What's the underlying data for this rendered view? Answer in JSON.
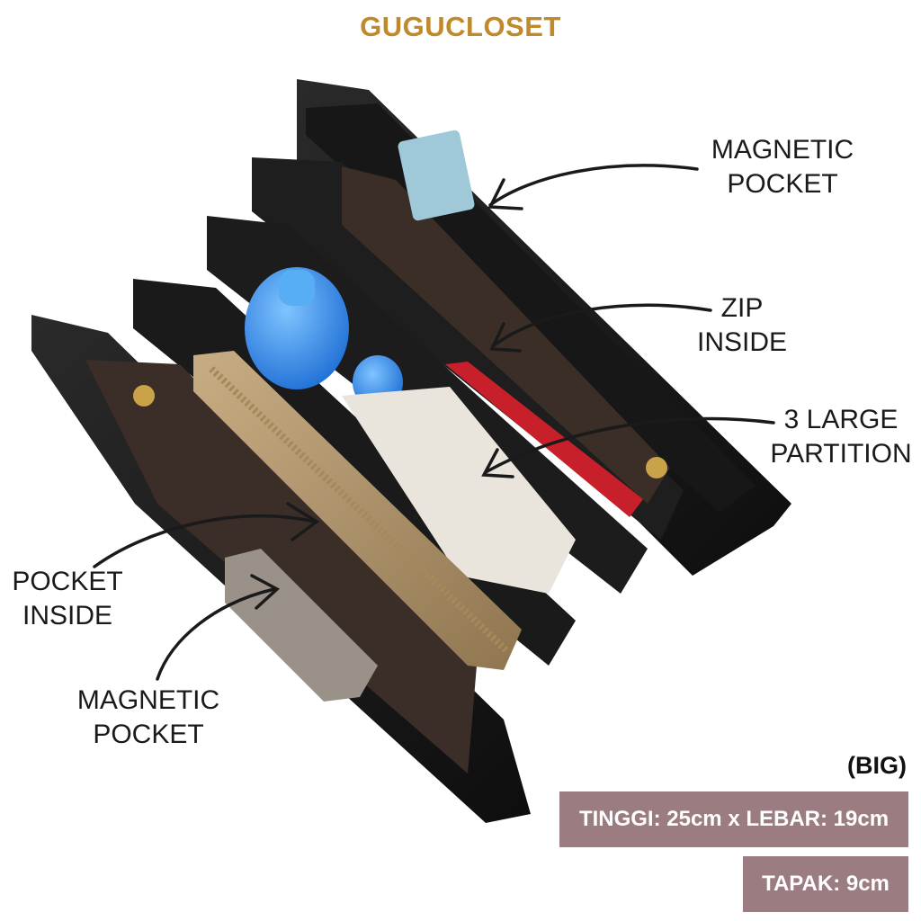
{
  "brand": {
    "name": "GUGUCLOSET",
    "color": "#c0892b"
  },
  "callouts": {
    "magnetic_top": {
      "line1": "MAGNETIC",
      "line2": "POCKET"
    },
    "zip": {
      "line1": "ZIP",
      "line2": "INSIDE"
    },
    "partition": {
      "line1": "3 LARGE",
      "line2": "PARTITION"
    },
    "pocket_inside": {
      "line1": "POCKET",
      "line2": "INSIDE"
    },
    "magnetic_bottom": {
      "line1": "MAGNETIC",
      "line2": "POCKET"
    }
  },
  "size": {
    "title": "(BIG)",
    "dimensions": "TINGGI: 25cm x LEBAR: 19cm",
    "base": "TAPAK: 9cm",
    "box_color": "#9b7c80"
  },
  "photo": {
    "items": [
      "blue-baby-bottle",
      "small-blue-bottle",
      "baby-wipes",
      "zip-wallet",
      "smartphone",
      "red-pen",
      "magnetic-clasp"
    ],
    "product_color": "#1c1c1c"
  }
}
